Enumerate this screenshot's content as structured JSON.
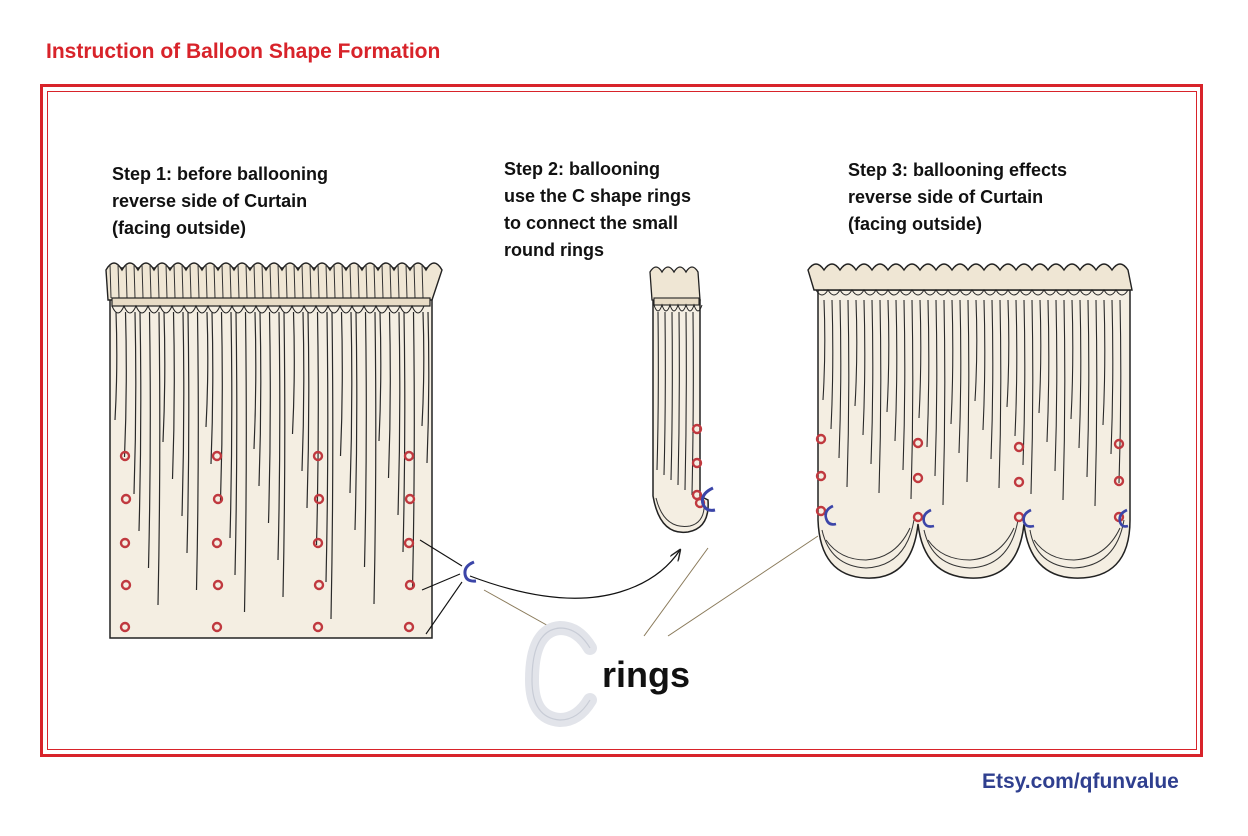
{
  "title": "Instruction of Balloon Shape Formation",
  "steps": [
    {
      "lines": [
        "Step 1: before ballooning",
        "reverse side of Curtain",
        "(facing outside)"
      ]
    },
    {
      "lines": [
        "Step 2: ballooning",
        "use the C shape rings",
        "to connect the small",
        "round rings"
      ]
    },
    {
      "lines": [
        "Step 3: ballooning effects",
        "reverse side of Curtain",
        "(facing outside)"
      ]
    }
  ],
  "rings_label": "rings",
  "ring_glyph": "C",
  "watermark": "Etsy.com/qfunvalue",
  "colors": {
    "title": "#d8232a",
    "frame": "#d8232a",
    "fabric": "#f4eee2",
    "line": "#222222",
    "small_ring": "#c0393f",
    "c_ring": "#3b45a8",
    "watermark": "#2f3f8f"
  }
}
